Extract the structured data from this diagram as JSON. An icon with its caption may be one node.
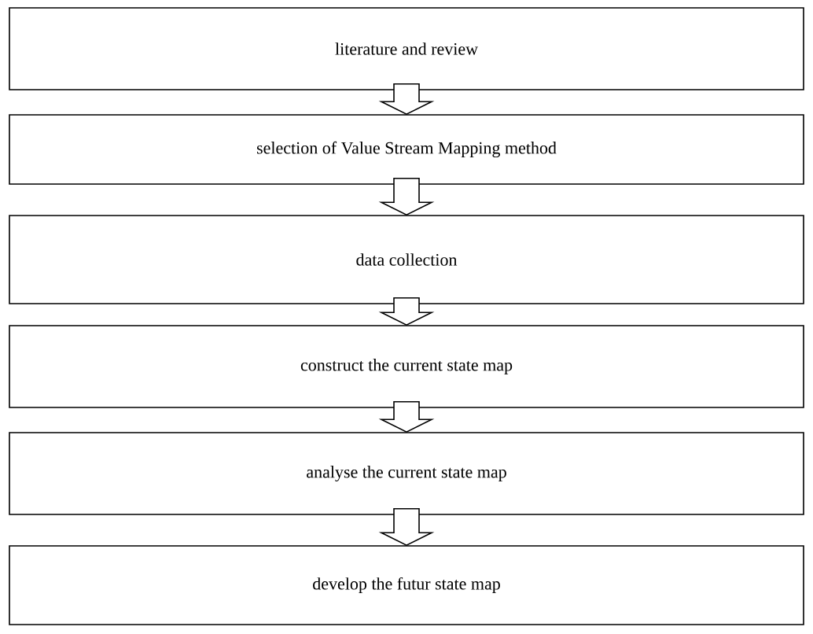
{
  "diagram": {
    "nodes": [
      {
        "text": [
          "literature and review"
        ]
      },
      {
        "text": [
          "selection of Value Stream Mapping method"
        ]
      },
      {
        "text": [
          "data collection"
        ]
      },
      {
        "text": [
          "construct the current state map"
        ]
      },
      {
        "text": [
          "analyse the current state map"
        ]
      },
      {
        "text": [
          "develop the futur state map"
        ]
      }
    ],
    "edges": [
      {
        "from": 0,
        "to": 1,
        "arrow": "to"
      },
      {
        "from": 1,
        "to": 2,
        "arrow": "to"
      },
      {
        "from": 2,
        "to": 3,
        "arrow": "to"
      },
      {
        "from": 3,
        "to": 4,
        "arrow": "to"
      },
      {
        "from": 4,
        "to": 5,
        "arrow": "to"
      }
    ]
  }
}
